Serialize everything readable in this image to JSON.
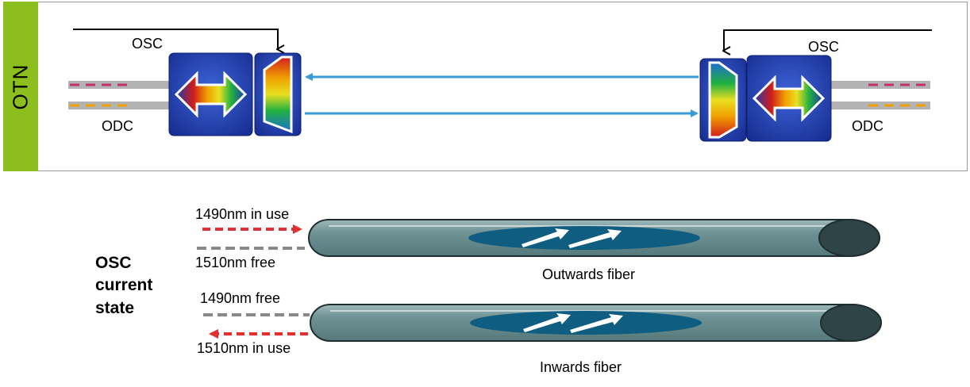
{
  "otn": {
    "side_label": "OTN",
    "left_osc": "OSC",
    "left_odc": "ODC",
    "right_osc": "OSC",
    "right_odc": "ODC"
  },
  "osc_state": {
    "title_line1": "OSC",
    "title_line2": "current",
    "title_line3": "state",
    "outwards": {
      "top_label": "1490nm in use",
      "bottom_label": "1510nm free",
      "caption": "Outwards fiber"
    },
    "inwards": {
      "top_label": "1490nm free",
      "bottom_label": "1510nm in use",
      "caption": "Inwards fiber"
    }
  },
  "colors": {
    "sidebar": "#8cbe1e",
    "module_blue": "#1e3aa8",
    "link_arrow": "#3a9ad9",
    "in_use_arrow": "#e03030",
    "free_dash": "#888888",
    "fiber_body": "#6f9294",
    "fiber_core": "#0f5d80",
    "odc_magenta": "#c0306a",
    "odc_orange": "#f0a000"
  }
}
